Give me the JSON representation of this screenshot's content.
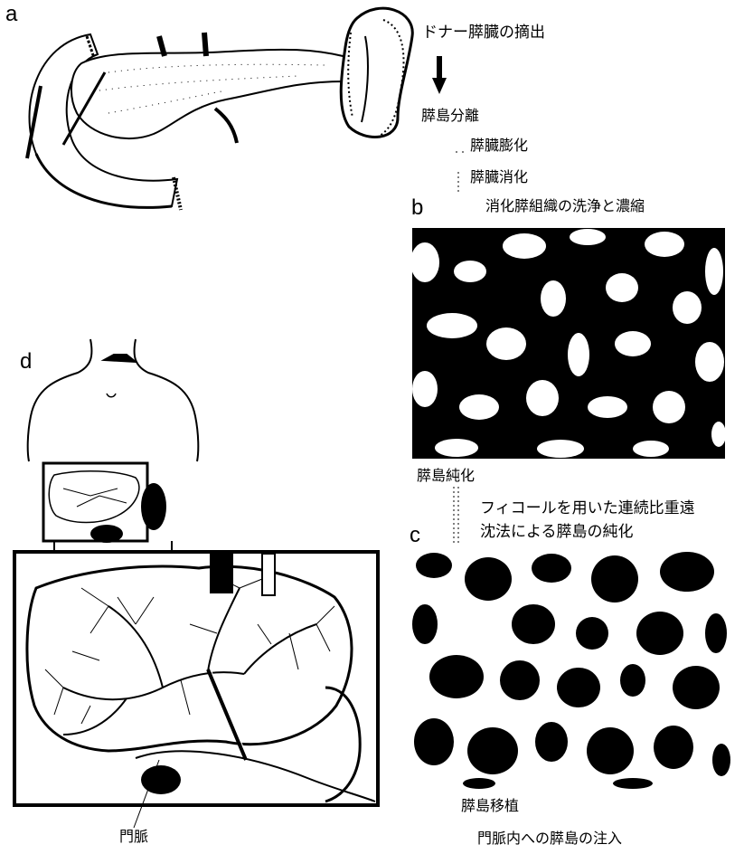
{
  "panels": {
    "a": "a",
    "b": "b",
    "c": "c",
    "d": "d"
  },
  "process": {
    "step1": "ドナー膵臓の摘出",
    "step2": "膵島分離",
    "step2_sub1": "膵臓膨化",
    "step2_sub2": "膵臓消化",
    "step2_sub3": "消化膵組織の洗浄と濃縮",
    "step3": "膵島純化",
    "step3_sub_line1": "フィコールを用いた連続比重遠",
    "step3_sub_line2": "沈法による膵島の純化",
    "step4": "膵島移植",
    "step4_sub": "門脈内への膵島の注入"
  },
  "labels": {
    "portal_vein": "門脈"
  },
  "colors": {
    "ink": "#000000",
    "paper": "#ffffff"
  }
}
